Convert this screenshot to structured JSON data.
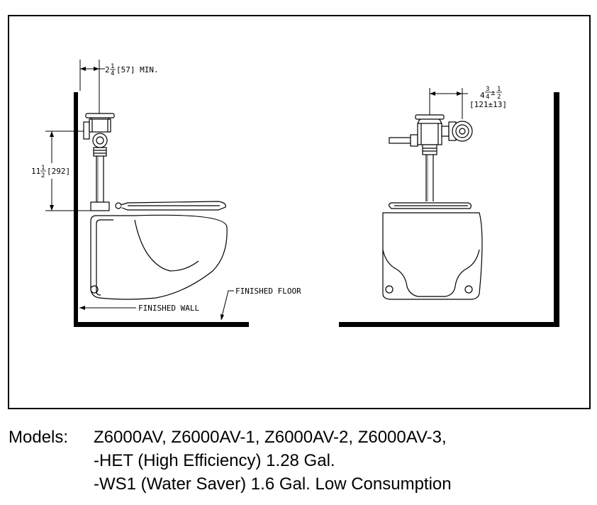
{
  "drawing": {
    "side_view": {
      "clearance_whole": "2",
      "clearance_num": "1",
      "clearance_den": "4",
      "clearance_rest": "[57] MIN.",
      "height_whole": "11",
      "height_num": "1",
      "height_den": "2",
      "height_rest": "[292]",
      "finished_wall_label": "FINISHED WALL",
      "finished_floor_label": "FINISHED FLOOR"
    },
    "front_view": {
      "offset_whole": "4",
      "offset_num": "3",
      "offset_den": "4",
      "offset_pm": "±",
      "offset_tol_num": "1",
      "offset_tol_den": "2",
      "offset_metric": "[121±13]"
    }
  },
  "caption": {
    "label": "Models:",
    "line1": "Z6000AV, Z6000AV-1, Z6000AV-2, Z6000AV-3,",
    "line2": "-HET (High Efficiency) 1.28 Gal.",
    "line3": "-WS1 (Water Saver) 1.6 Gal. Low Consumption"
  }
}
